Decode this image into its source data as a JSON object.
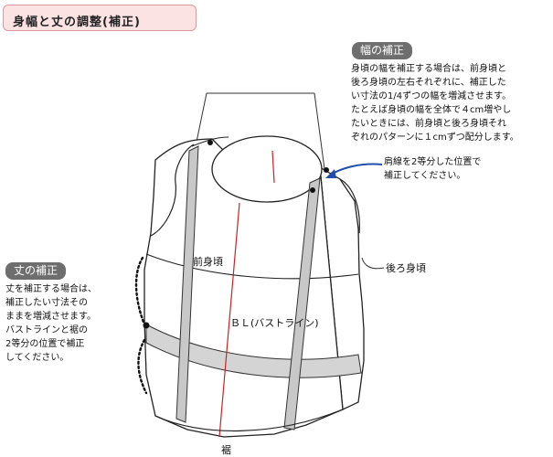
{
  "title": "身幅と丈の調整(補正)",
  "width_section": {
    "tag": "幅の補正",
    "lines": [
      "身頃の幅を補正する場合は、前身頃と",
      "後ろ身頃の左右それぞれに、補正した",
      "い寸法の1/4ずつの幅を増減させます。",
      "たとえば身頃の幅を全体で４cm増やし",
      "たいときには、前身頃と後ろ身頃それ",
      "ぞれのパターンに１cmずつ配分します。"
    ]
  },
  "length_section": {
    "tag": "丈の補正",
    "lines": [
      "丈を補正する場合は、",
      "補正したい寸法その",
      "ままを増減させます。",
      "バストラインと裾の",
      "2等分の位置で補正",
      "してください。"
    ]
  },
  "shoulder_note": {
    "lines": [
      "肩線を2等分した位置で",
      "補正してください。"
    ]
  },
  "labels": {
    "front_bodice": "前身頃",
    "back_bodice": "後ろ身頃",
    "bust_line": "ＢＬ(バストライン)",
    "hem": "裾"
  },
  "colors": {
    "title_bg": "#fbe3e3",
    "tag_bg": "#6e6e6e",
    "band": "#d4d4d4",
    "center_line": "#cc2222",
    "arrow": "#1f4fa8"
  }
}
